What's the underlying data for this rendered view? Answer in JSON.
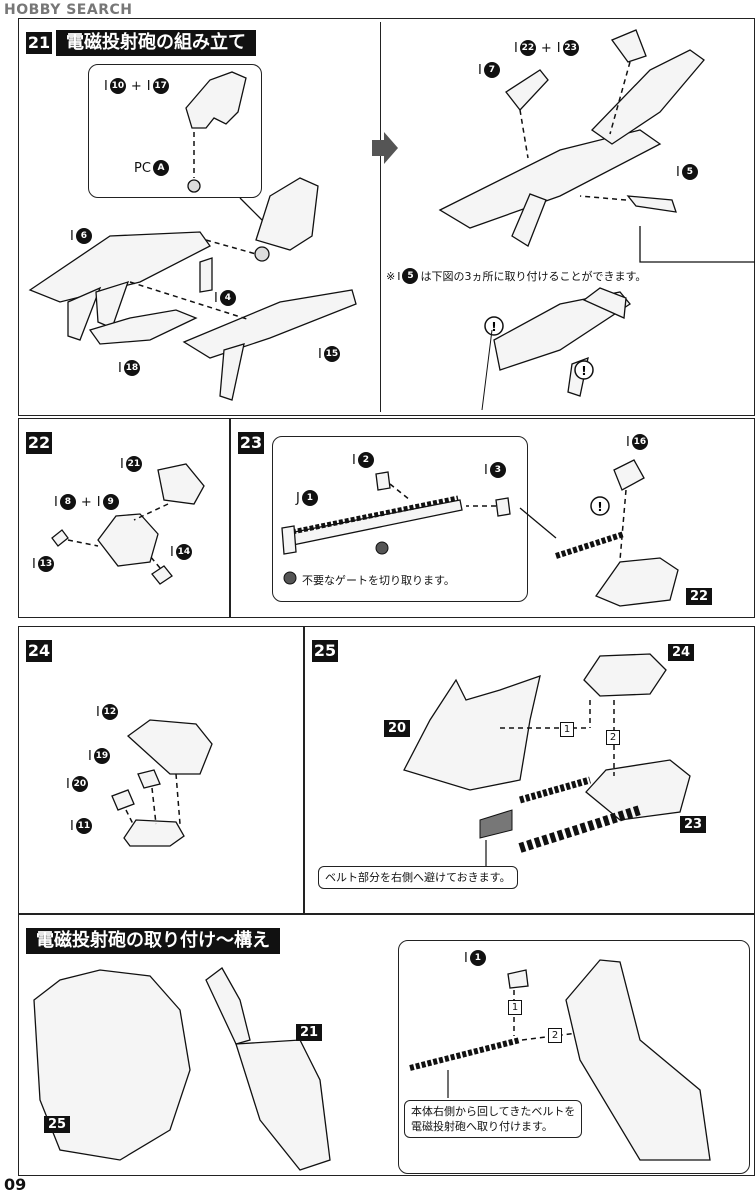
{
  "header": {
    "watermark": "HOBBY SEARCH"
  },
  "step21": {
    "num": "21",
    "title": "電磁投射砲の組み立て",
    "callout_label_a": "10",
    "plus": "+",
    "callout_label_b": "17",
    "pc_label": "PC",
    "pc_letter": "A",
    "parts": [
      "6",
      "4",
      "18",
      "15"
    ],
    "right_parts_a": "22",
    "right_parts_b": "23",
    "part7": "7",
    "part5": "5",
    "note_prefix": "※",
    "note_part": "5",
    "note_text": "は下図の3ヵ所に取り付けることができます。"
  },
  "step22": {
    "num": "22",
    "parts": {
      "p21": "21",
      "p8": "8",
      "p9": "9",
      "p13": "13",
      "p14": "14"
    }
  },
  "step23": {
    "num": "23",
    "j_label": "J",
    "p1": "1",
    "p2": "2",
    "p3": "3",
    "p16": "16",
    "gate_note": "不要なゲートを切り取ります。",
    "ref22": "22"
  },
  "step24": {
    "num": "24",
    "parts": {
      "p12": "12",
      "p19": "19",
      "p20": "20",
      "p11": "11"
    }
  },
  "step25": {
    "num": "25",
    "ref20": "20",
    "ref24": "24",
    "ref23": "23",
    "s1": "1",
    "s2": "2",
    "belt_note": "ベルト部分を右側へ避けておきます。"
  },
  "final": {
    "title": "電磁投射砲の取り付け〜構え",
    "ref21": "21",
    "ref25": "25",
    "p1": "1",
    "s1": "1",
    "s2": "2",
    "note_line1": "本体右側から回してきたベルトを",
    "note_line2": "電磁投射砲へ取り付けます。"
  },
  "page": {
    "number": "09"
  }
}
